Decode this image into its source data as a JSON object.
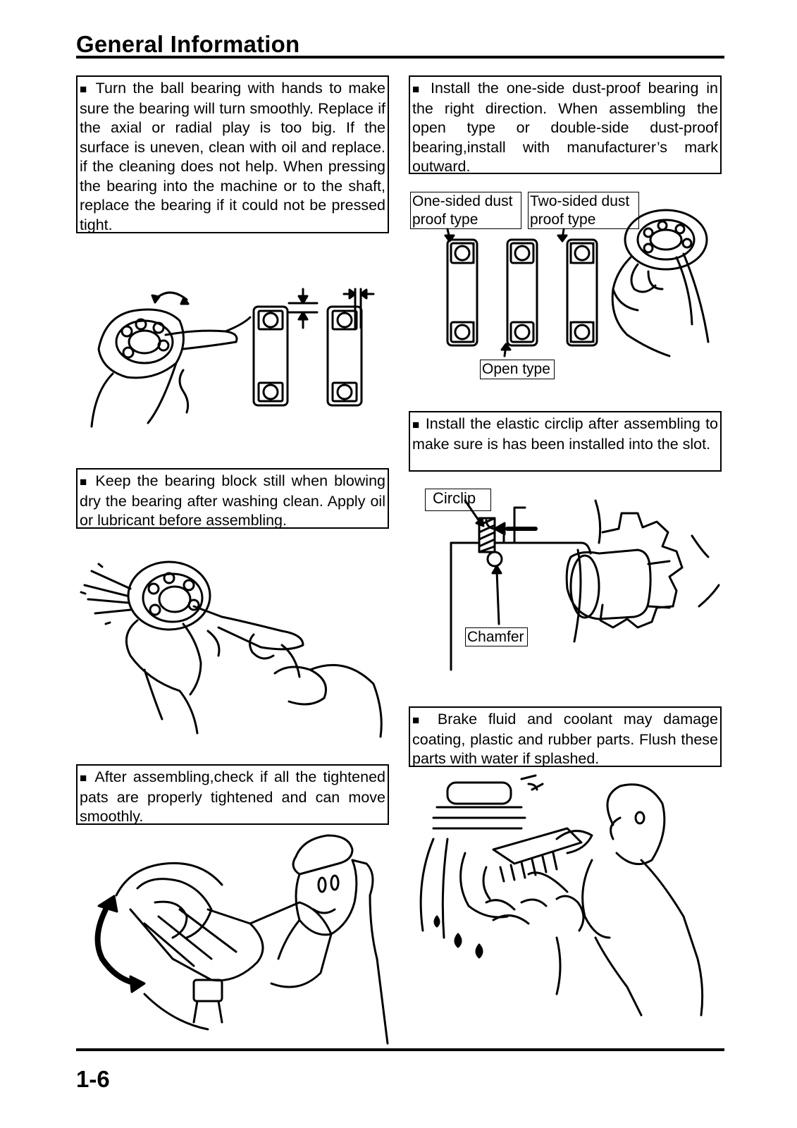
{
  "header": {
    "title": "General Information"
  },
  "page_number": "1-6",
  "bullet": "■",
  "notes": {
    "ball_bearing": "Turn the ball bearing with hands to make sure the bearing will turn smoothly. Replace if the axial or radial play is too big. If the surface is uneven, clean with oil and replace. if the cleaning does not help. When pressing the bearing into the machine or to the shaft, replace the bearing if it could not be pressed tight.",
    "dust_proof": "Install the one-side dust-proof bearing in the right direction. When assembling the open type or double-side dust-proof bearing,install with manufacturer’s mark outward.",
    "blowing_dry": "Keep the bearing block still when blowing dry the bearing after washing clean. Apply oil or lubricant before assembling.",
    "circlip": "Install the elastic circlip after assembling to make sure is has been installed into the slot.",
    "tightened": "After assembling,check if all the tightened pats are properly tightened and can move smoothly.",
    "brake_fluid": "Brake fluid and coolant may damage coating, plastic and rubber parts. Flush these parts with water if splashed."
  },
  "labels": {
    "one_sided": "One-sided dust proof type",
    "two_sided": "Two-sided dust proof type",
    "open_type": "Open type",
    "circlip": "Circlip",
    "chamfer": "Chamfer"
  }
}
